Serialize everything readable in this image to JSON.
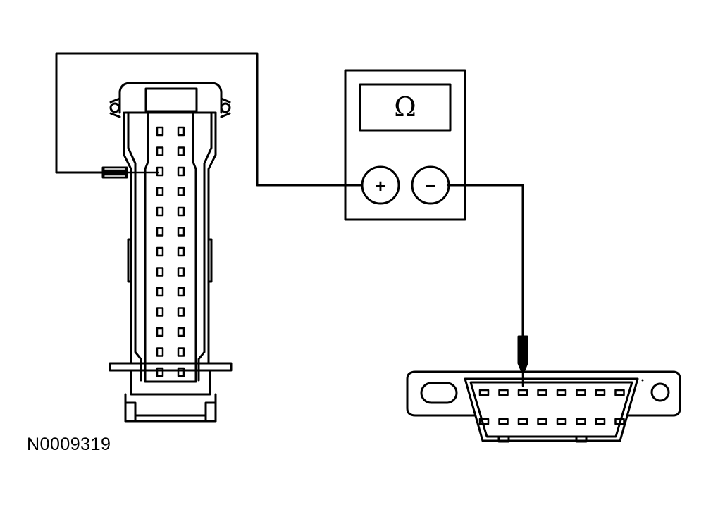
{
  "figure_id": "N0009319",
  "meter": {
    "display_symbol": "Ω",
    "positive_terminal": "+",
    "negative_terminal": "−"
  },
  "ecu_connector": {
    "pin_rows": 13,
    "pin_columns": 2
  },
  "dlc_connector": {
    "pin_rows": 2,
    "pins_per_row": 8
  }
}
